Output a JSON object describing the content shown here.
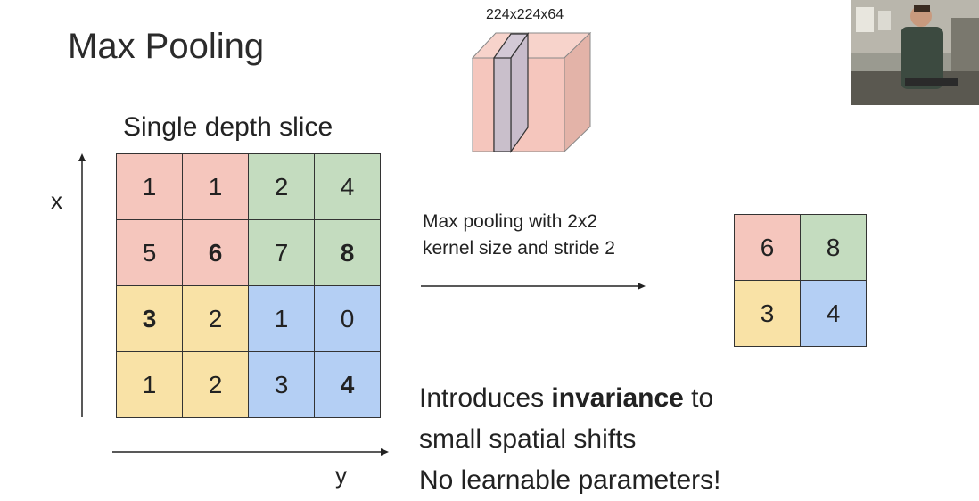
{
  "slide": {
    "title": "Max Pooling",
    "slice_title": "Single depth slice",
    "volume_label": "224x224x64",
    "x_axis_label": "x",
    "y_axis_label": "y",
    "operation_label": {
      "line1": "Max pooling with 2x2",
      "line2": "kernel size and stride 2"
    },
    "notes": {
      "line1_prefix": "Introduces ",
      "line1_bold": "invariance",
      "line1_suffix": " to",
      "line2": "small spatial shifts",
      "line3": "No learnable parameters!"
    }
  },
  "input_grid": [
    [
      "1",
      "1",
      "2",
      "4"
    ],
    [
      "5",
      "6",
      "7",
      "8"
    ],
    [
      "3",
      "2",
      "1",
      "0"
    ],
    [
      "1",
      "2",
      "3",
      "4"
    ]
  ],
  "output_grid": [
    [
      "6",
      "8"
    ],
    [
      "3",
      "4"
    ]
  ],
  "colors": {
    "red": "#f5c6bd",
    "green": "#c4dcbf",
    "yellow": "#f9e2a6",
    "blue": "#b4cff4"
  }
}
